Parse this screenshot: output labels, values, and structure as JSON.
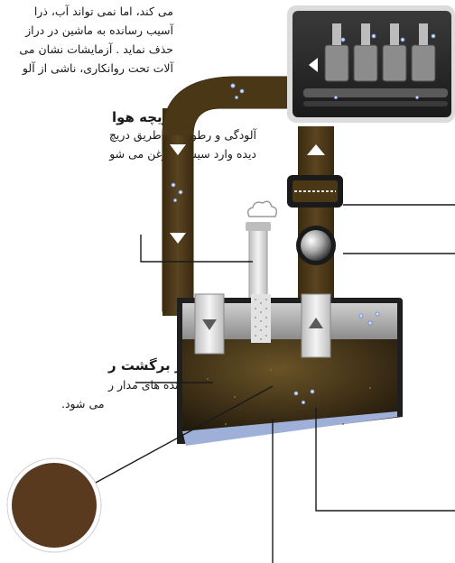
{
  "intro": {
    "lines": [
      "می کند، اما نمی تواند آب،  ذرا",
      "آسیب رسانده به ماشین در دراز",
      "حذف نماید . آزمایشات نشان می",
      "آلات تحت روانکاری، ناشی  از آلو"
    ]
  },
  "air_vent": {
    "title": "دریچه هوا",
    "body_lines": [
      "آلودگی و رطوبت از طریق دریچ",
      "دیده وارد سیستم روغن می شو"
    ]
  },
  "return_path": {
    "title": "مسیر برگشت ر",
    "body_lines": [
      "آلاینده های مدار ر",
      "می شود."
    ]
  },
  "colors": {
    "oil_brown": "#4a3716",
    "sample_circle": "#5a3a1e",
    "tank_frame": "#2a2a2a",
    "pipe_white": "#e6e6e6",
    "water_blue": "#9fb0d8",
    "background": "#ffffff"
  },
  "icons": {
    "cloud": "cloud-icon",
    "down_arrow": "down-arrow-icon",
    "up_arrow": "up-arrow-icon",
    "left_arrow": "left-arrow-icon"
  }
}
